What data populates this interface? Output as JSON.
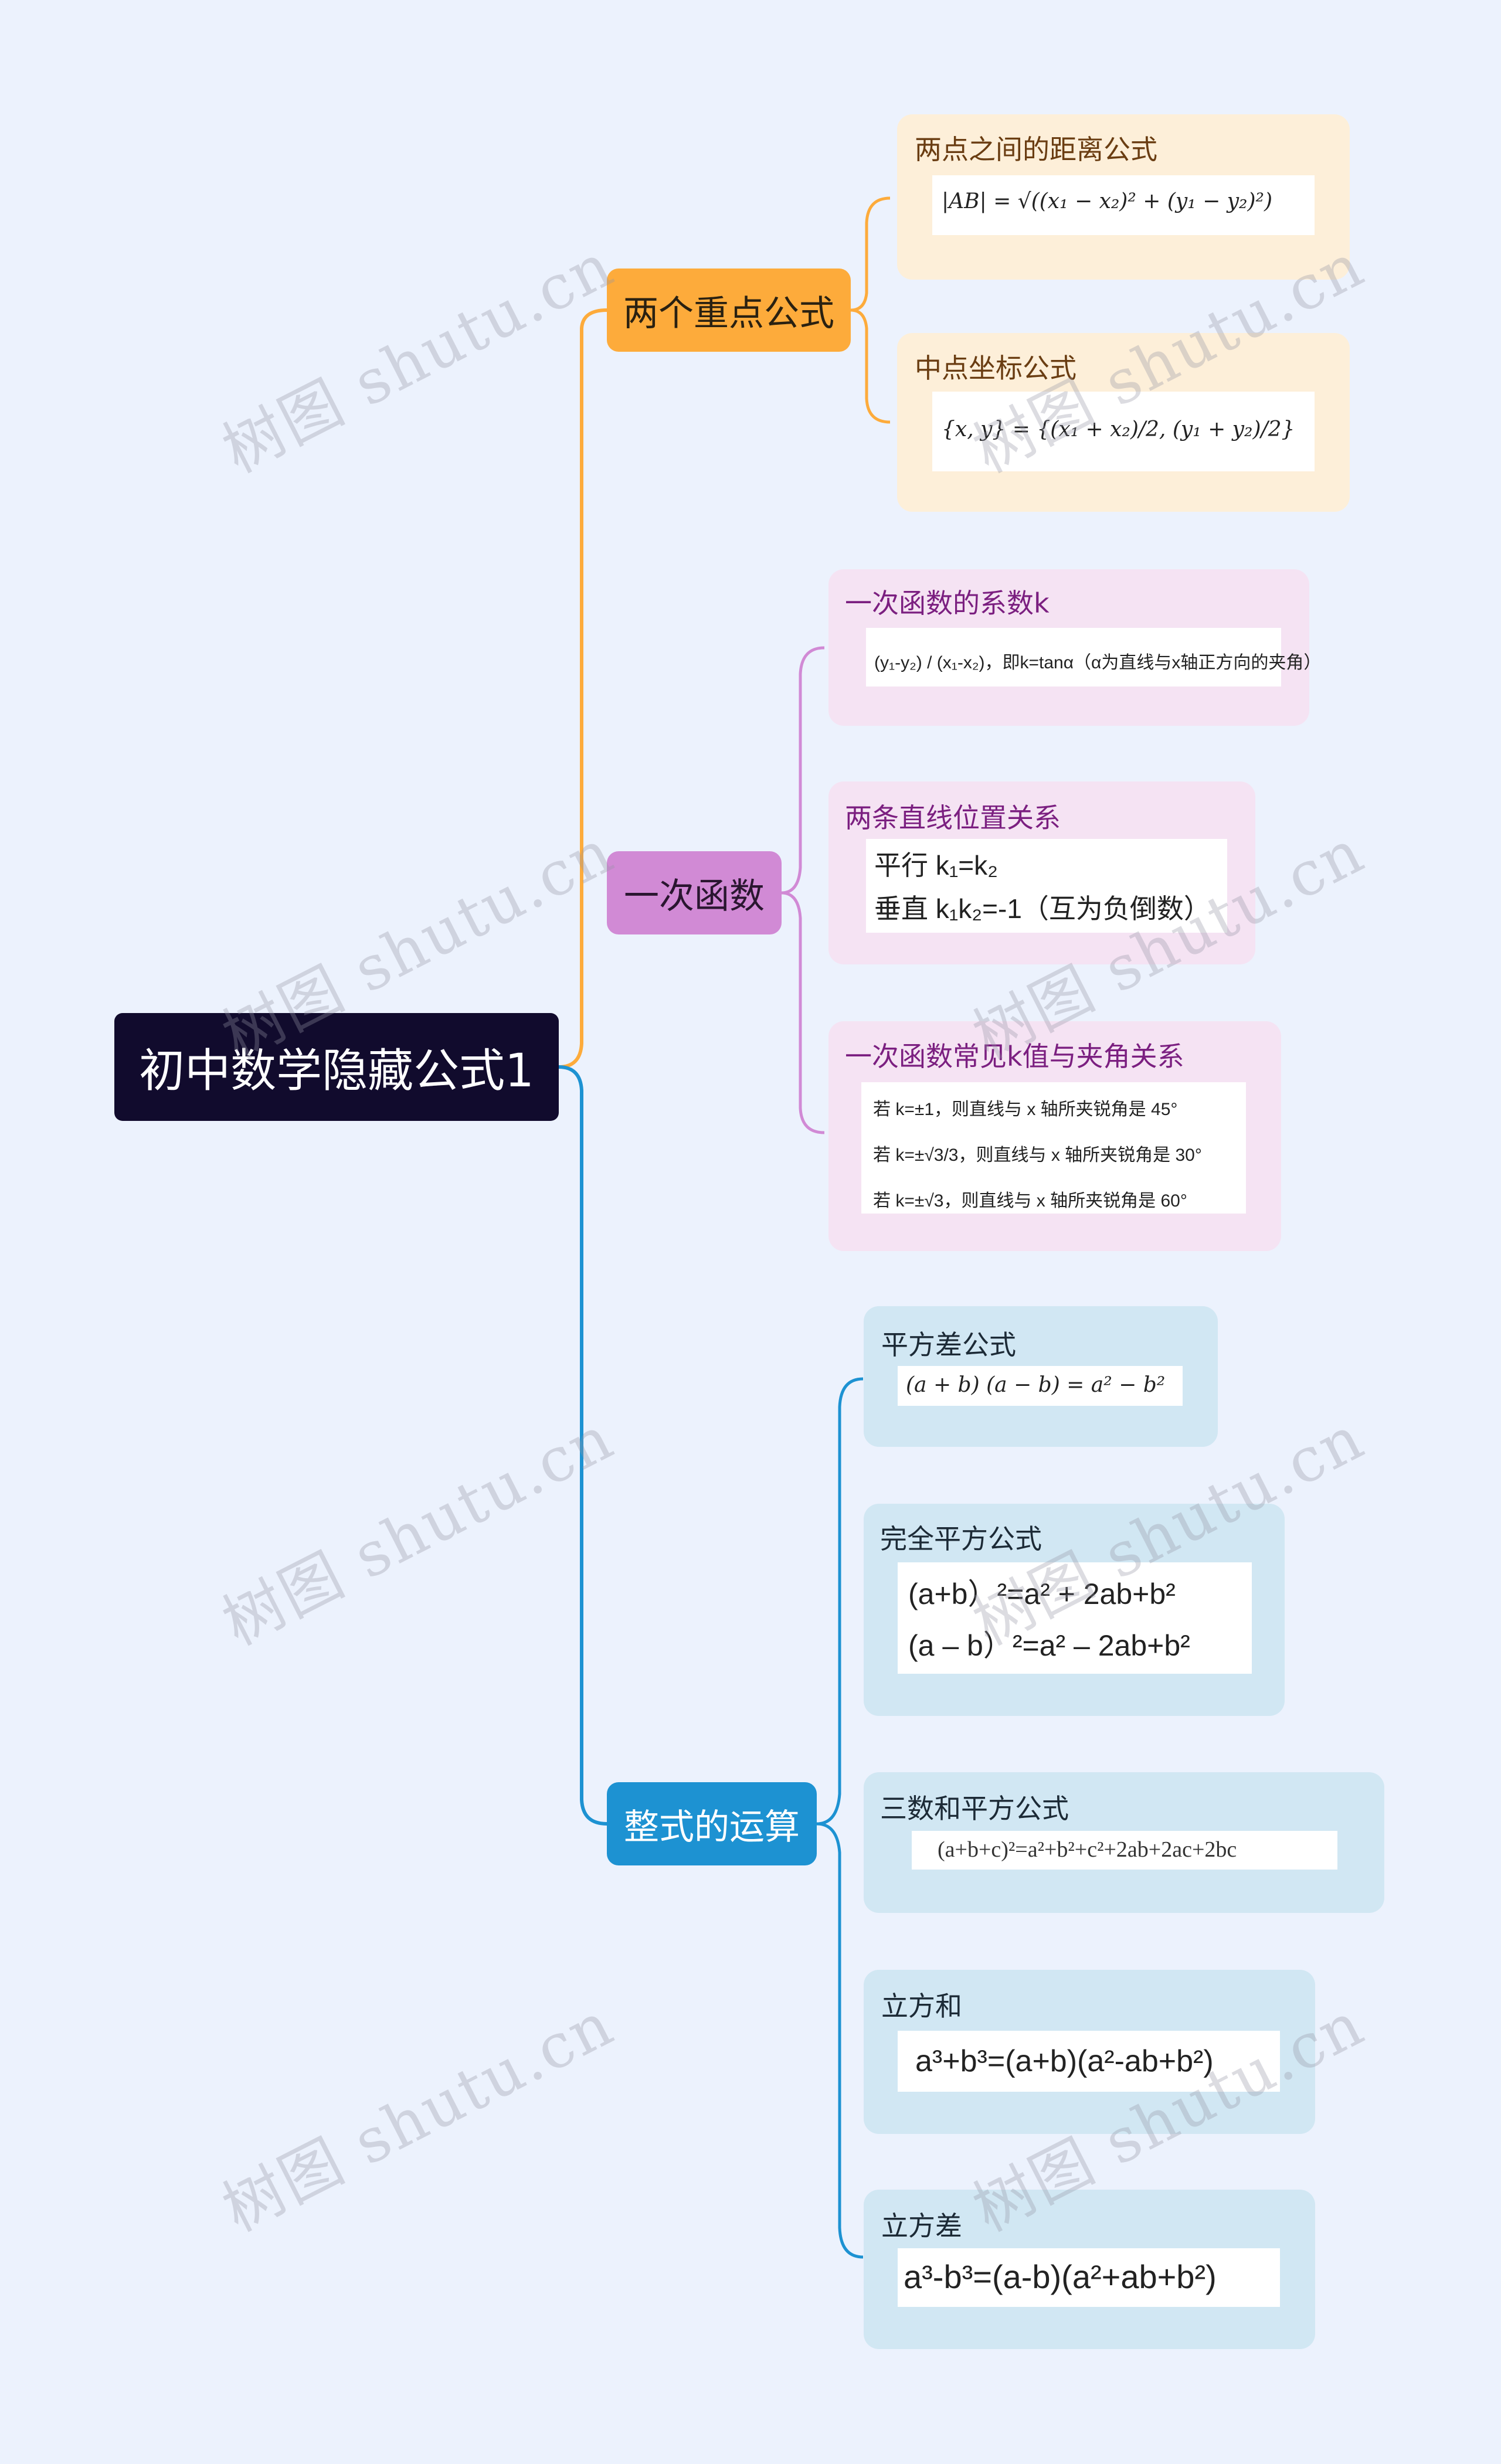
{
  "root": "初中数学隐藏公式1",
  "branches": [
    {
      "label": "两个重点公式",
      "cards": [
        {
          "title": "两点之间的距离公式",
          "formula": "|AB| = √((x₁ − x₂)² + (y₁ − y₂)²)"
        },
        {
          "title": "中点坐标公式",
          "formula": "{x, y} = {(x₁ + x₂)/2, (y₁ + y₂)/2}"
        }
      ]
    },
    {
      "label": "一次函数",
      "cards": [
        {
          "title": "一次函数的系数k",
          "formula": "(y₁-y₂) / (x₁-x₂)，即k=tanα（α为直线与x轴正方向的夹角）"
        },
        {
          "title": "两条直线位置关系",
          "lines": [
            "平行 k₁=k₂",
            "垂直 k₁k₂=-1（互为负倒数）"
          ]
        },
        {
          "title": "一次函数常见k值与夹角关系",
          "lines": [
            "若 k=±1，则直线与 x 轴所夹锐角是 45°",
            "若 k=±√3/3，则直线与 x 轴所夹锐角是 30°",
            "若 k=±√3，则直线与 x 轴所夹锐角是 60°"
          ]
        }
      ]
    },
    {
      "label": "整式的运算",
      "cards": [
        {
          "title": "平方差公式",
          "formula": "(a + b) (a − b) = a² − b²"
        },
        {
          "title": "完全平方公式",
          "lines": [
            "(a+b）²=a² + 2ab+b²",
            "(a – b）²=a² – 2ab+b²"
          ]
        },
        {
          "title": "三数和平方公式",
          "formula": "(a+b+c)²=a²+b²+c²+2ab+2ac+2bc"
        },
        {
          "title": "立方和",
          "formula": "a³+b³=(a+b)(a²-ab+b²)"
        },
        {
          "title": "立方差",
          "formula": "a³-b³=(a-b)(a²+ab+b²)"
        }
      ]
    }
  ],
  "watermark": "树图 shutu.cn",
  "colors": {
    "root": "#110b2d",
    "orange": "#fdab3b",
    "pink": "#d18ad5",
    "blue": "#1d92d2",
    "background": "#ecf2fd"
  }
}
